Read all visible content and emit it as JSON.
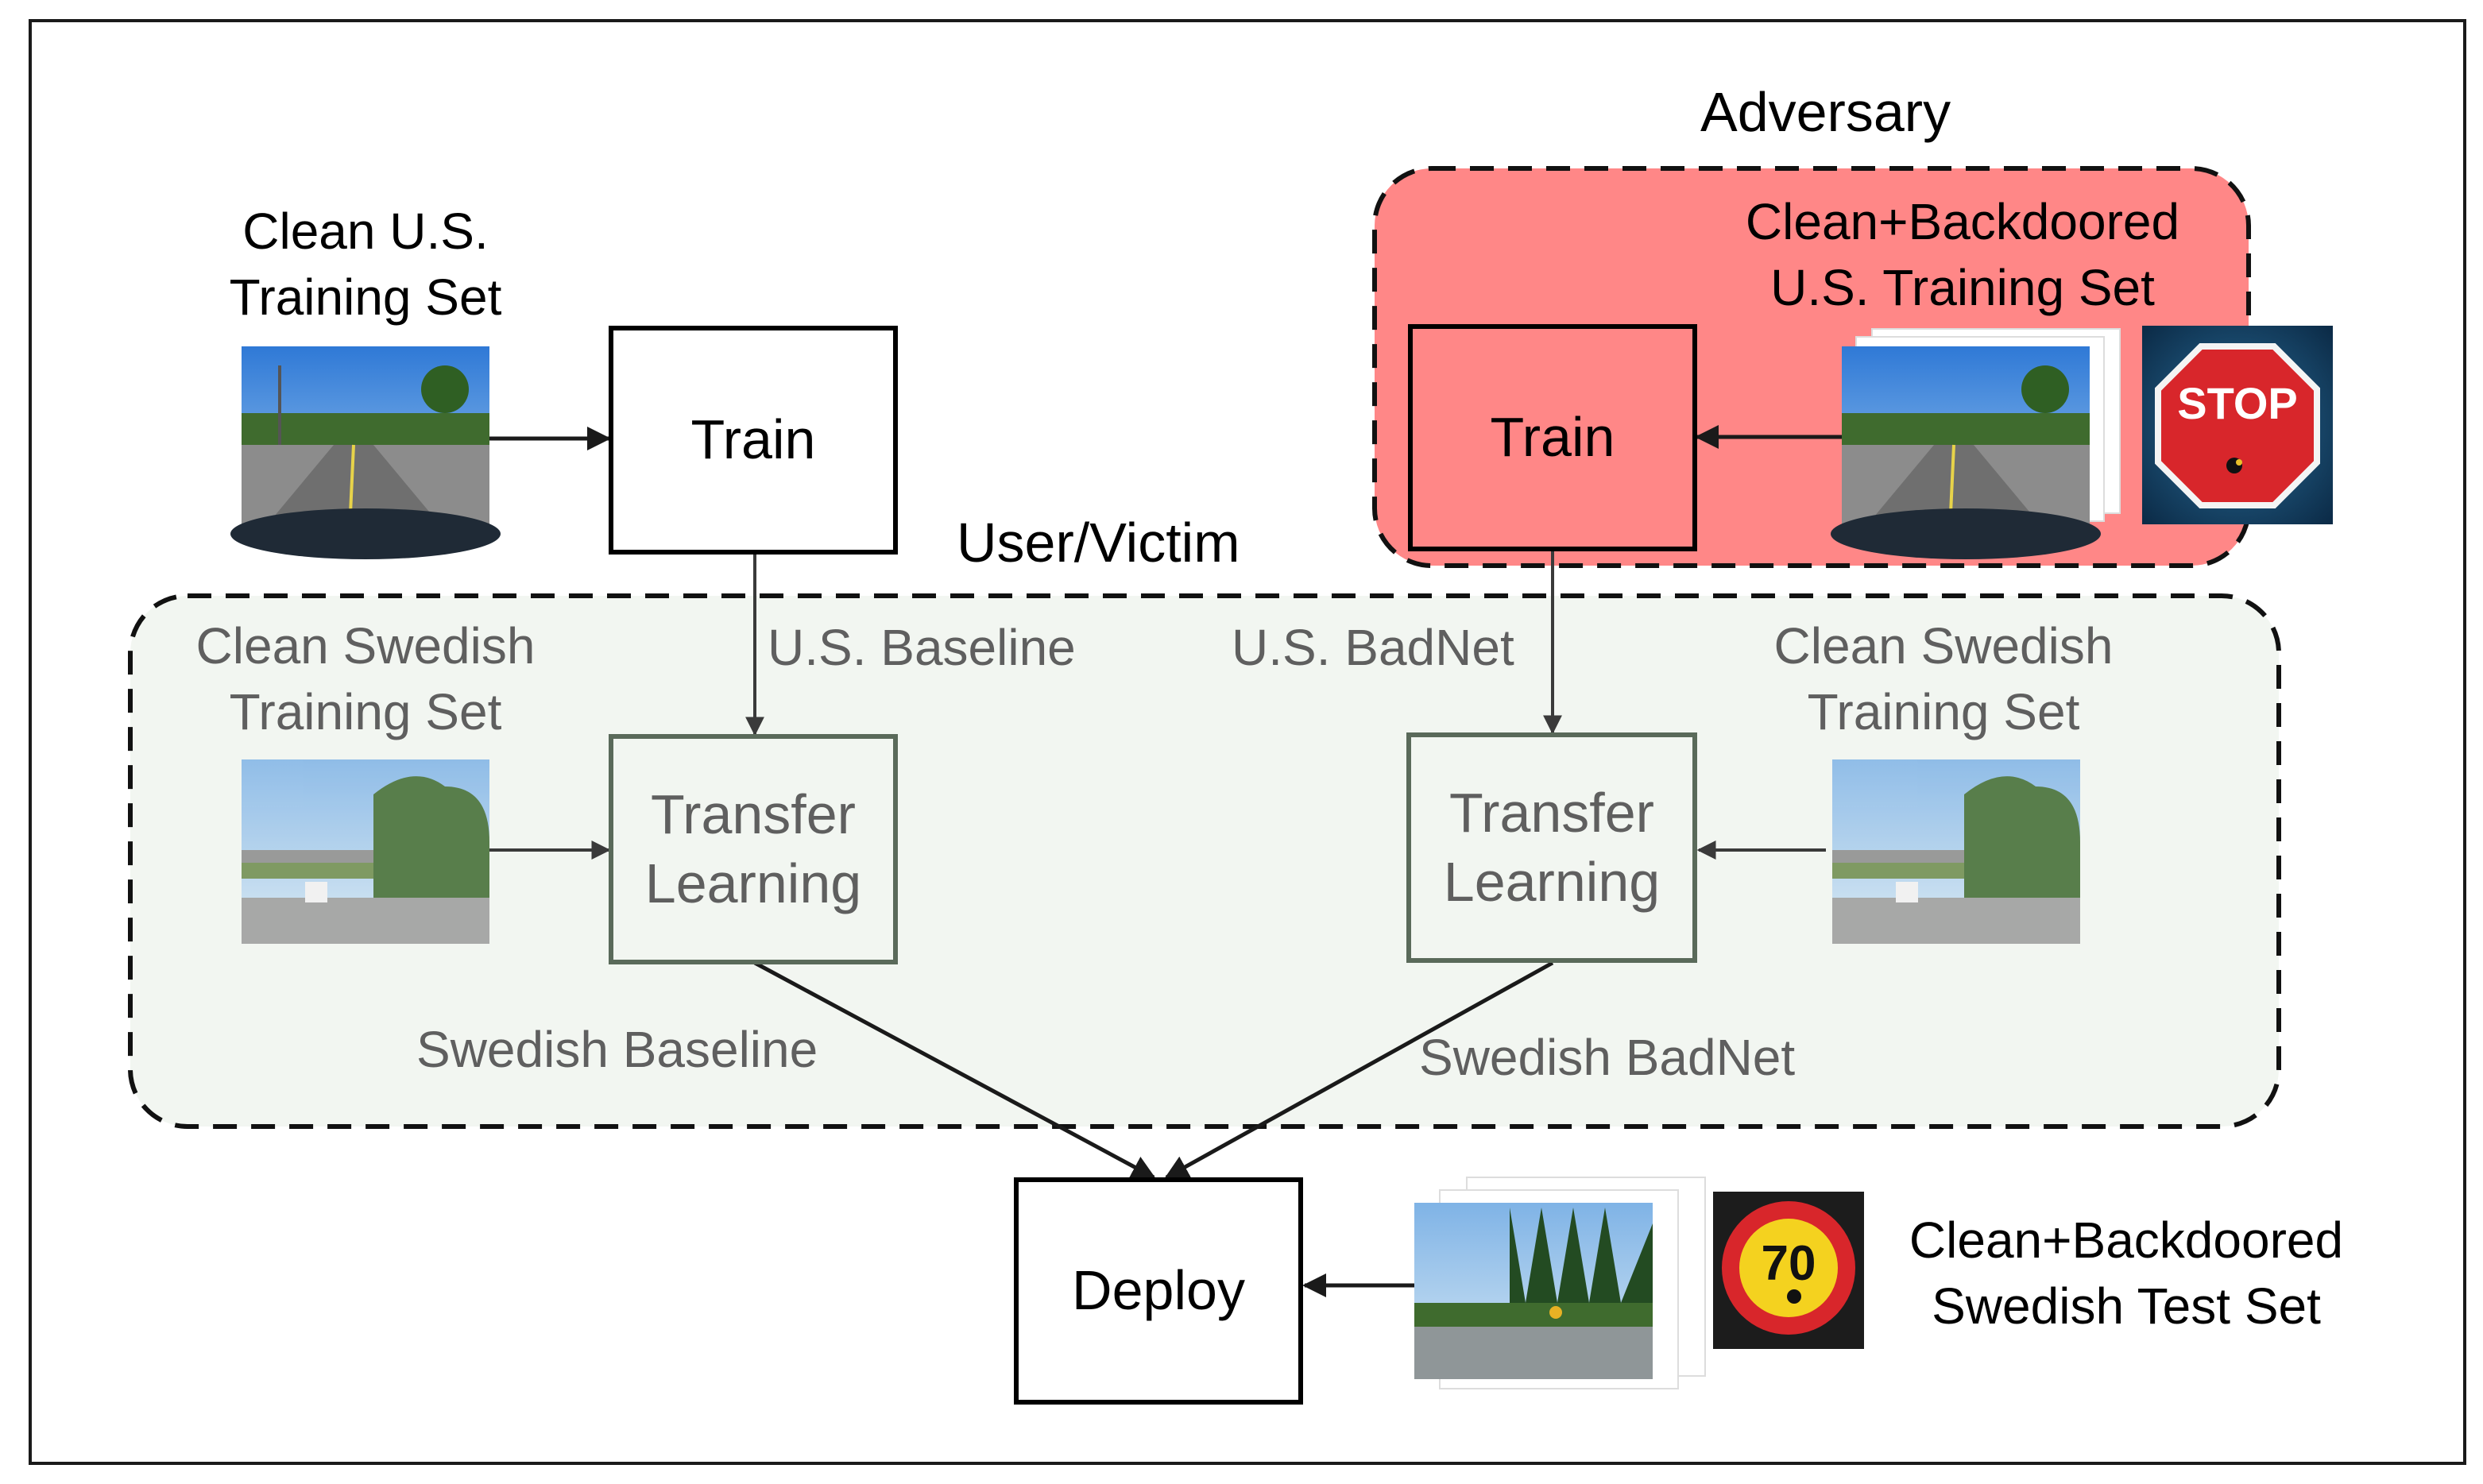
{
  "adversary": {
    "title": "Adversary",
    "dataset_label_line1": "Clean+Backdoored",
    "dataset_label_line2": "U.S. Training Set",
    "train_label": "Train",
    "stop_sign_text": "STOP"
  },
  "user": {
    "title": "User/Victim",
    "clean_us_line1": "Clean U.S.",
    "clean_us_line2": "Training Set",
    "train_label": "Train",
    "us_baseline_label": "U.S. Baseline",
    "us_badnet_label": "U.S. BadNet",
    "left_swedish_line1": "Clean Swedish",
    "left_swedish_line2": "Training Set",
    "right_swedish_line1": "Clean Swedish",
    "right_swedish_line2": "Training Set",
    "transfer_left_line1": "Transfer",
    "transfer_left_line2": "Learning",
    "transfer_right_line1": "Transfer",
    "transfer_right_line2": "Learning",
    "swedish_baseline_label": "Swedish Baseline",
    "swedish_badnet_label": "Swedish BadNet"
  },
  "deploy": {
    "label": "Deploy",
    "test_set_line1": "Clean+Backdoored",
    "test_set_line2": "Swedish Test Set",
    "speed_sign_text": "70"
  },
  "colors": {
    "adversary_fill": "#ff8787",
    "user_fill": "#f2f6f1",
    "muted_text": "#5f5f5f"
  }
}
